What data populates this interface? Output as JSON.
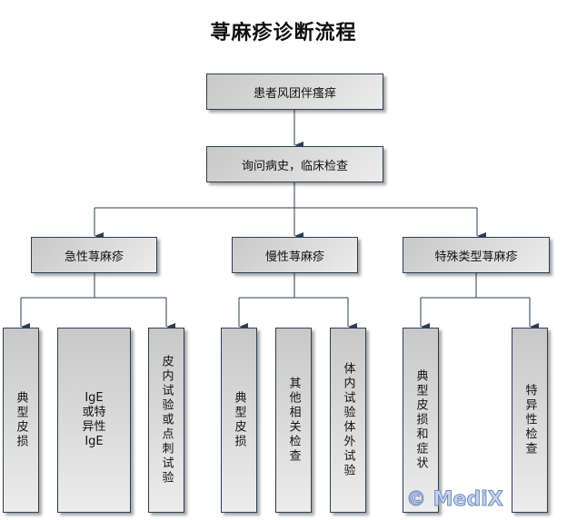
{
  "title": "荨麻疹诊断流程",
  "level0": "患者风团伴瘙痒",
  "level1": "询问病史，临床检查",
  "categories": [
    {
      "label": "急性荨麻疹",
      "children": [
        "典型皮损",
        "IgE\n或特\n异性\nIgE",
        "皮内试验或点刺试验"
      ]
    },
    {
      "label": "慢性荨麻疹",
      "children": [
        "典型皮损",
        "其他相关检查",
        "体内试验体外试验"
      ]
    },
    {
      "label": "特殊类型荨麻疹",
      "children": [
        "典型皮损和症状",
        "特异性检查"
      ]
    }
  ],
  "watermark": "© MediX",
  "colors": {
    "line": "#2c3e55",
    "box_fill": "#dcdcdc"
  }
}
